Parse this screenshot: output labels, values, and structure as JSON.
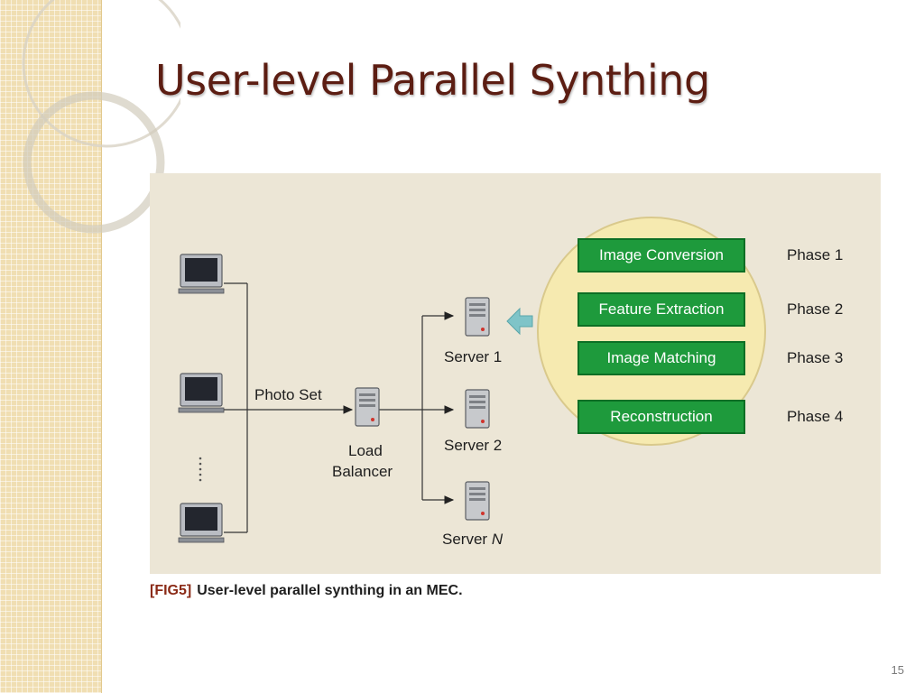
{
  "slide": {
    "title": "User-level Parallel Synthing",
    "page_number": "15"
  },
  "figure": {
    "photo_set_label": "Photo Set",
    "load_balancer_label_line1": "Load",
    "load_balancer_label_line2": "Balancer",
    "servers": [
      {
        "label": "Server 1"
      },
      {
        "label": "Server 2"
      },
      {
        "label_prefix": "Server",
        "label_suffix": "N"
      }
    ],
    "phases": [
      {
        "box": "Image Conversion",
        "label": "Phase 1"
      },
      {
        "box": "Feature Extraction",
        "label": "Phase 2"
      },
      {
        "box": "Image Matching",
        "label": "Phase 3"
      },
      {
        "box": "Reconstruction",
        "label": "Phase 4"
      }
    ],
    "caption_tag": "[FIG5]",
    "caption_text": "User-level parallel synthing in an MEC."
  },
  "colors": {
    "title": "#5c1d12",
    "phase_box": "#1e9a3c",
    "phase_circle": "#f6eab0",
    "figure_background": "#ece6d6",
    "arrow_accent": "#7fc4c8"
  },
  "icons": [
    "monitor-icon",
    "server-icon",
    "arrow-left-icon",
    "vertical-ellipsis-icon"
  ]
}
